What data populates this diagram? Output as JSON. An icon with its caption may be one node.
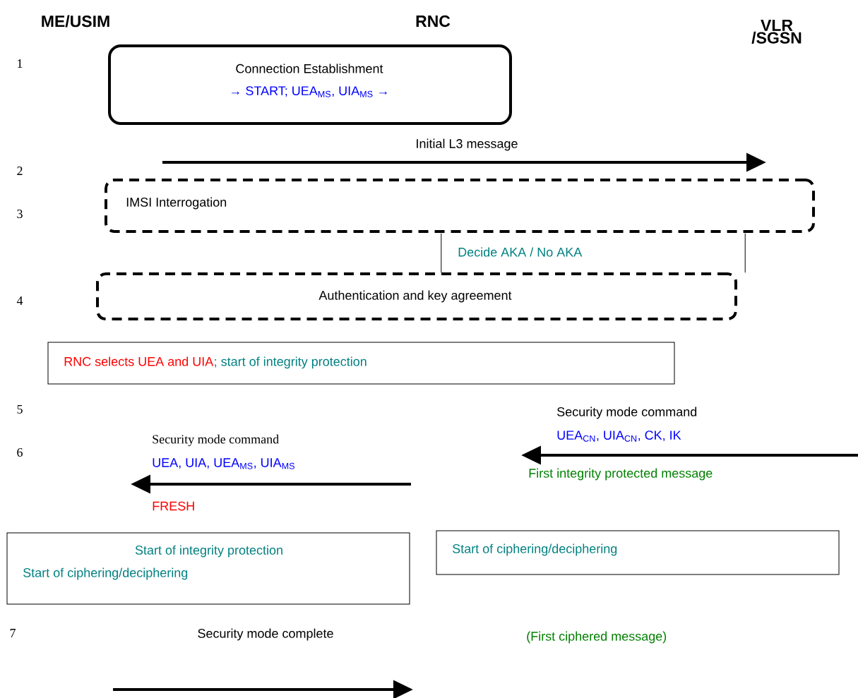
{
  "diagram": {
    "nodes": [
      {
        "text": [
          "ME/USIM"
        ]
      },
      {
        "text": [
          "RNC"
        ]
      },
      {
        "text": [
          "VLR /SGSN"
        ]
      },
      {
        "text": [
          "Connection Establishment",
          "→ START; UEA$_{MS}$, UIA$_{MS}$ →"
        ]
      },
      {
        "text": [
          "IMSI Interrogation"
        ]
      },
      {
        "text": [
          "Decide AKA / No AKA"
        ]
      },
      {
        "text": [
          "Authentication and key agreement"
        ]
      },
      {
        "text": [
          "RNC selects UEA and UIA",
          "; start of integrity protection"
        ]
      },
      {
        "text": [
          "Start of integrity protection",
          "Start of ciphering/deciphering"
        ]
      },
      {
        "text": [
          "Start of ciphering/deciphering"
        ]
      }
    ],
    "labels": [
      "1",
      "Initial L3 message",
      "2",
      "3",
      "4",
      "5",
      "Security mode command",
      "UEA$_{CN}$, UIA$_{CN}$, CK, IK",
      "Security mode command",
      "6",
      "UEA, UIA, UEA$_{MS}$, UIA$_{MS}$",
      "First integrity protected message",
      "FRESH",
      "7",
      "Security mode complete",
      "(First ciphered message)"
    ]
  }
}
